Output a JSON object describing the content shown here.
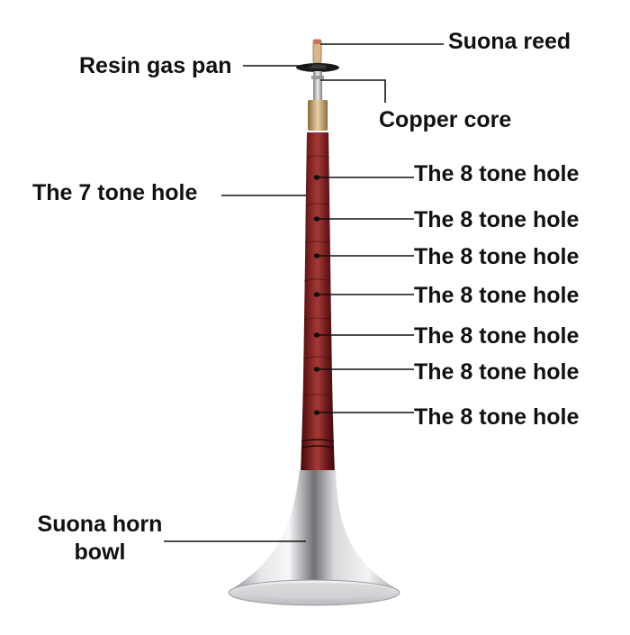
{
  "labels": {
    "suona_reed": "Suona reed",
    "resin_gas_pan": "Resin gas pan",
    "copper_core": "Copper core",
    "seven_tone_hole": "The 7 tone hole",
    "eight_tone_hole_1": "The 8 tone hole",
    "eight_tone_hole_2": "The 8 tone hole",
    "eight_tone_hole_3": "The 8 tone hole",
    "eight_tone_hole_4": "The 8 tone hole",
    "eight_tone_hole_5": "The 8 tone hole",
    "eight_tone_hole_6": "The 8 tone hole",
    "eight_tone_hole_7": "The 8 tone hole",
    "horn_bowl_line1": "Suona horn",
    "horn_bowl_line2": "bowl"
  },
  "colors": {
    "background": "#ffffff",
    "wood": "#6e1a1c",
    "wood_dark": "#3d0a0c",
    "wood_light": "#a33a36",
    "metal": "#c9c9cc",
    "metal_light": "#f4f4f6",
    "metal_dark": "#6f7075",
    "leader_line": "#111111",
    "text": "#111111"
  }
}
